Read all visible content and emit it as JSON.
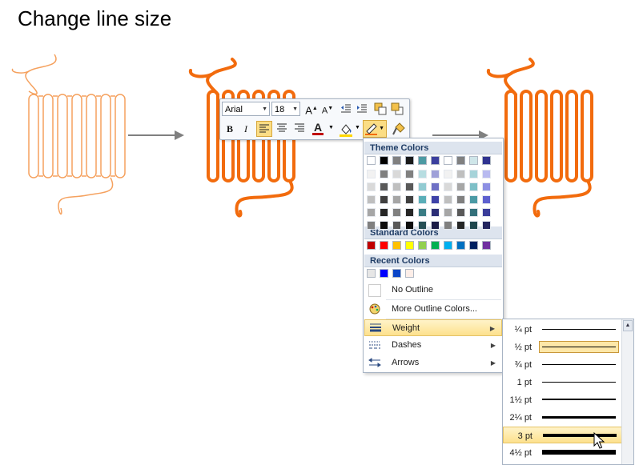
{
  "slide": {
    "title": "Change line size"
  },
  "toolbar": {
    "font_name": "Arial",
    "font_size": "18",
    "bold": "B",
    "italic": "I",
    "font_color_glyph": "A"
  },
  "outline_menu": {
    "theme_colors_header": "Theme Colors",
    "standard_colors_header": "Standard Colors",
    "recent_colors_header": "Recent Colors",
    "theme_top_row": [
      "#ffffff",
      "#000000",
      "#808080",
      "#1a1a1a",
      "#4d9aa3",
      "#3b3f9e",
      "#ffffff",
      "#808080",
      "#cfe6e9",
      "#2f3390"
    ],
    "theme_columns": [
      [
        "#f2f2f2",
        "#d9d9d9",
        "#bfbfbf",
        "#a6a6a6",
        "#808080"
      ],
      [
        "#7f7f7f",
        "#595959",
        "#404040",
        "#262626",
        "#0d0d0d"
      ],
      [
        "#d9d9d9",
        "#bfbfbf",
        "#a6a6a6",
        "#808080",
        "#595959"
      ],
      [
        "#808080",
        "#595959",
        "#404040",
        "#262626",
        "#0d0d0d"
      ],
      [
        "#b7dde1",
        "#92cbd2",
        "#5aaeb8",
        "#3a7c84",
        "#264f55"
      ],
      [
        "#9ea0d8",
        "#6d70c5",
        "#3e42a8",
        "#2b2e76",
        "#1a1c47"
      ],
      [
        "#f2f2f2",
        "#d9d9d9",
        "#bfbfbf",
        "#a6a6a6",
        "#808080"
      ],
      [
        "#bfbfbf",
        "#a6a6a6",
        "#808080",
        "#595959",
        "#262626"
      ],
      [
        "#a6d3d9",
        "#7dbfc7",
        "#4b9aa5",
        "#33707a",
        "#1f474d"
      ],
      [
        "#b8baf0",
        "#8c8fe3",
        "#5d60cf",
        "#3a3d9a",
        "#23255e"
      ]
    ],
    "standard_colors": [
      "#c00000",
      "#ff0000",
      "#ffc000",
      "#ffff00",
      "#92d050",
      "#00b050",
      "#00b0f0",
      "#0070c0",
      "#002060",
      "#7030a0"
    ],
    "recent_colors": [
      "#e6e6e6",
      "#0000ff",
      "#0a45c8",
      "#fdeee8"
    ],
    "no_outline": "No Outline",
    "more_colors": "More Outline Colors...",
    "weight": "Weight",
    "dashes": "Dashes",
    "arrows": "Arrows"
  },
  "weight_menu": {
    "items": [
      {
        "label": "¼ pt",
        "weight": 0.25
      },
      {
        "label": "½ pt",
        "weight": 0.5
      },
      {
        "label": "¾ pt",
        "weight": 0.75
      },
      {
        "label": "1 pt",
        "weight": 1
      },
      {
        "label": "1½ pt",
        "weight": 1.5
      },
      {
        "label": "2¼ pt",
        "weight": 2.25
      },
      {
        "label": "3 pt",
        "weight": 3
      },
      {
        "label": "4½ pt",
        "weight": 4.5
      }
    ],
    "selected": "½ pt",
    "hovered": "3 pt"
  },
  "colors": {
    "accent": "#f26b0d",
    "light_accent": "#f5a15e"
  }
}
